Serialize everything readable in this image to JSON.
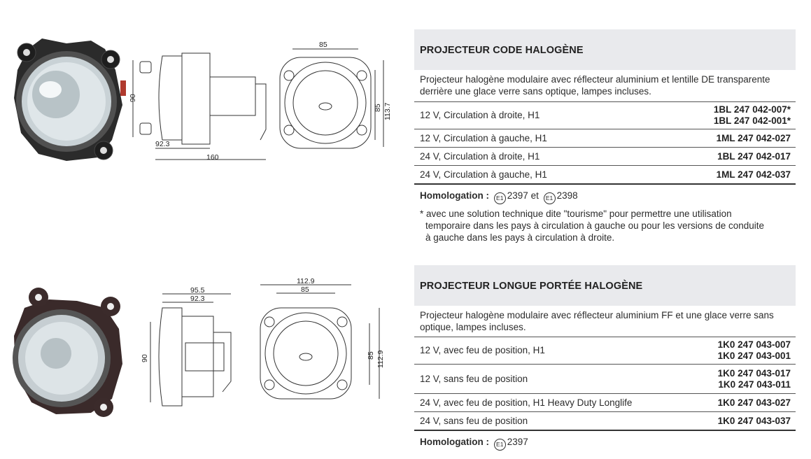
{
  "section1": {
    "title": "PROJECTEUR CODE HALOGÈNE",
    "description": "Projecteur halogène modulaire avec réflecteur aluminium et lentille DE transparente derrière une glace verre sans optique, lampes incluses.",
    "rows": [
      {
        "label": "12 V, Circulation à droite, H1",
        "codes": [
          "1BL 247 042-007*",
          "1BL 247 042-001*"
        ]
      },
      {
        "label": "12 V, Circulation à gauche, H1",
        "codes": [
          "1ML 247 042-027"
        ]
      },
      {
        "label": "24 V, Circulation à droite, H1",
        "codes": [
          "1BL 247 042-017"
        ]
      },
      {
        "label": "24 V, Circulation à gauche, H1",
        "codes": [
          "1ML 247 042-037"
        ]
      }
    ],
    "homologation_label": "Homologation :",
    "homologation_mark": "E1",
    "homologation_num1": "2397",
    "homologation_and": "et",
    "homologation_num2": "2398",
    "note_line1": "* avec une solution technique dite \"tourisme\" pour permettre une utilisation",
    "note_line2": "temporaire dans les pays à circulation à gauche ou pour les versions de conduite",
    "note_line3": "à gauche dans les pays à circulation à droite.",
    "dims": {
      "front_w": "85",
      "front_h_inner": "85",
      "front_h_outer": "113.7",
      "side_h": "90",
      "side_w1": "92.3",
      "side_w2": "160"
    }
  },
  "section2": {
    "title": "PROJECTEUR LONGUE PORTÉE HALOGÈNE",
    "description": "Projecteur halogène modulaire avec réflecteur aluminium FF et une glace verre sans optique, lampes incluses.",
    "rows": [
      {
        "label": "12 V, avec feu de position, H1",
        "codes": [
          "1K0 247 043-007",
          "1K0 247 043-001"
        ]
      },
      {
        "label": "12 V, sans feu de position",
        "codes": [
          "1K0 247 043-017",
          "1K0 247 043-011"
        ]
      },
      {
        "label": "24 V, avec feu de position, H1 Heavy Duty Longlife",
        "codes": [
          "1K0 247 043-027"
        ]
      },
      {
        "label": "24 V, sans feu de position",
        "codes": [
          "1K0 247 043-037"
        ]
      }
    ],
    "homologation_label": "Homologation :",
    "homologation_mark": "E1",
    "homologation_num1": "2397",
    "dims": {
      "side_w1": "95.5",
      "side_w2": "92.3",
      "side_h": "90",
      "front_w_outer": "112.9",
      "front_w_inner": "85",
      "front_h_inner": "85",
      "front_h_outer": "112.9"
    }
  }
}
